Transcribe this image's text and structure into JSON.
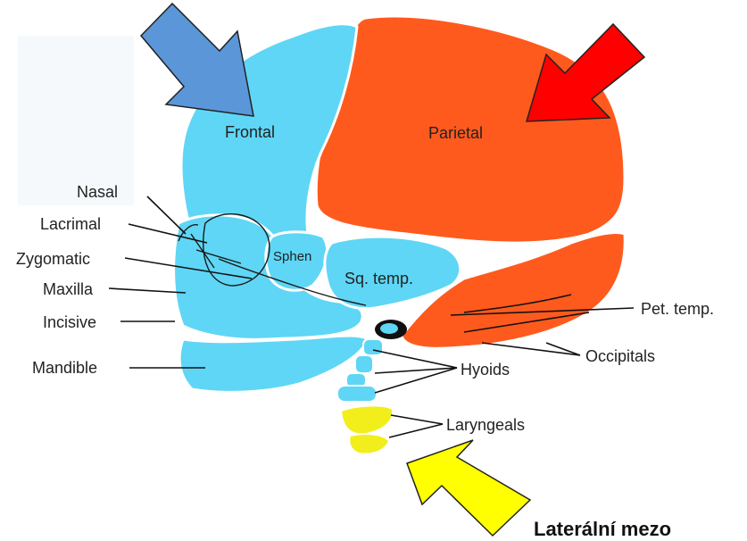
{
  "labels": {
    "frontal": "Frontal",
    "parietal": "Parietal",
    "sphen": "Sphen",
    "sq_temp": "Sq. temp.",
    "nasal": "Nasal",
    "lacrimal": "Lacrimal",
    "zygomatic": "Zygomatic",
    "maxilla": "Maxilla",
    "incisive": "Incisive",
    "mandible": "Mandible",
    "pet_temp": "Pet. temp.",
    "occipitals": "Occipitals",
    "hyoids": "Hyoids",
    "laryngeals": "Laryngeals"
  },
  "caption": "Laterální mezo",
  "colors": {
    "blue_bone": "#5fd6f5",
    "red_bone": "#ff5a1e",
    "yellow_bone": "#f2ee1c",
    "arrow_blue": "#5b96d8",
    "arrow_red": "#ff0000",
    "arrow_yellow": "#ffff00"
  },
  "arrows": [
    "blue-arrow",
    "red-arrow",
    "yellow-arrow"
  ]
}
